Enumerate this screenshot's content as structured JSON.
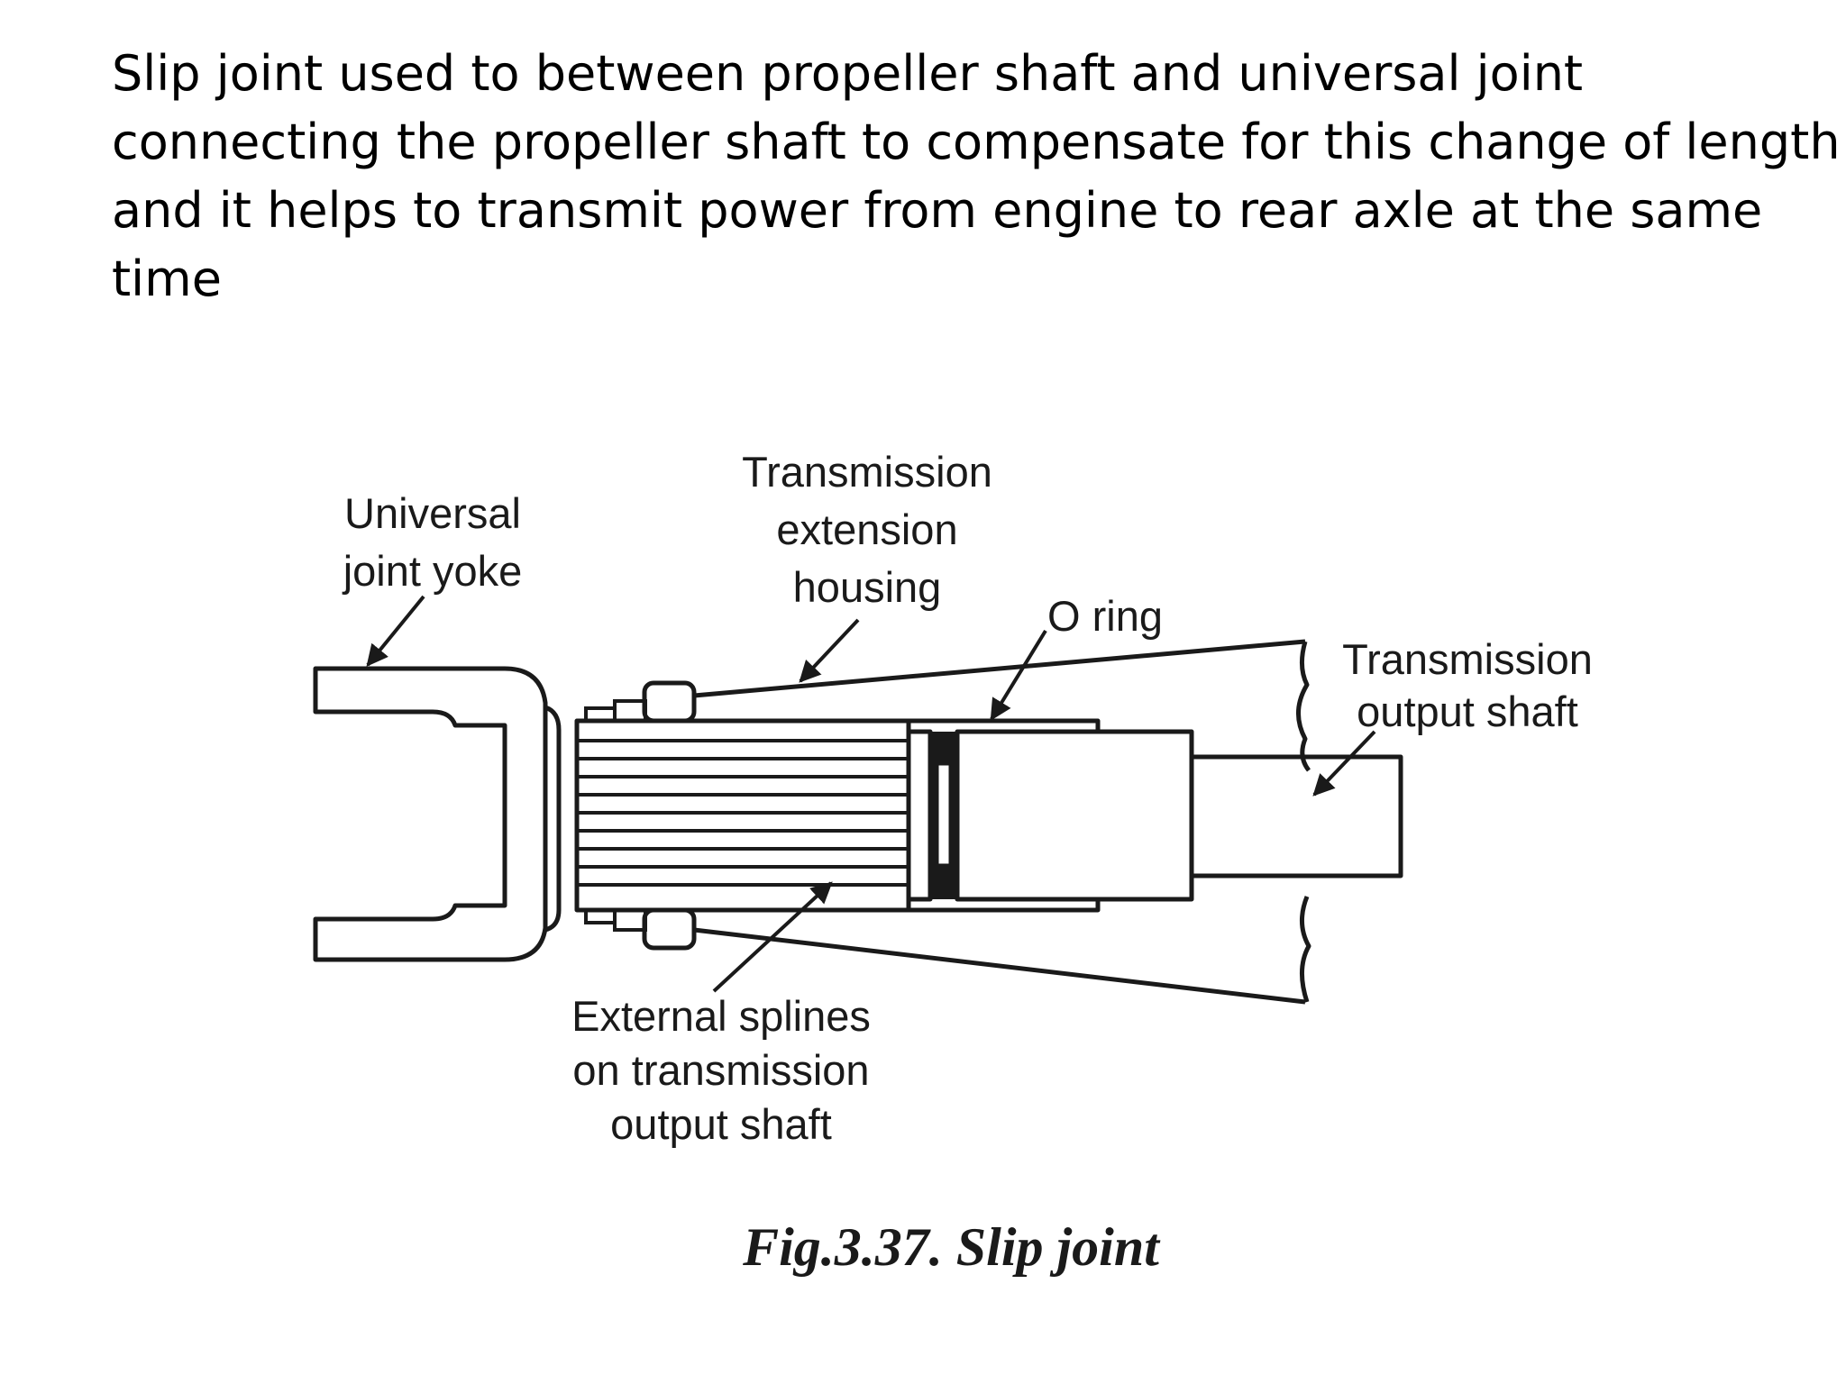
{
  "body_text": [
    "Slip joint used to between propeller shaft and universal joint",
    "connecting the propeller shaft to compensate for this change of length",
    "and it helps to transmit power from engine to rear axle at the same",
    "time"
  ],
  "diagram": {
    "labels": {
      "universal_yoke": [
        "Universal",
        "joint yoke"
      ],
      "extension_housing": [
        "Transmission",
        "extension",
        "housing"
      ],
      "o_ring": "O ring",
      "output_shaft": [
        "Transmission",
        "output shaft"
      ],
      "external_splines": [
        "External splines",
        "on transmission",
        "output shaft"
      ]
    },
    "caption": "Fig.3.37. Slip joint"
  }
}
